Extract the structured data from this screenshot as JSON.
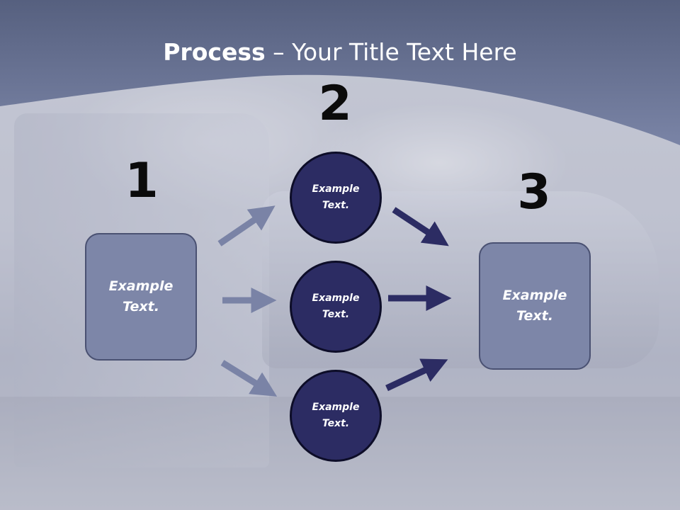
{
  "title": {
    "bold": "Process",
    "rest": " – Your Title Text Here"
  },
  "colors": {
    "header": "#5f6a8e",
    "box_fill": "#7d86a8",
    "circle_fill": "#2c2c63",
    "light_arrow": "#7a83a6",
    "dark_arrow": "#2c2c63"
  },
  "steps": [
    {
      "number": "1",
      "text": [
        "Example",
        "Text."
      ]
    },
    {
      "number": "2",
      "text": [
        "Example",
        "Text."
      ]
    },
    {
      "number": "3",
      "text": [
        "Example",
        "Text."
      ]
    }
  ],
  "circles": [
    {
      "text": [
        "Example",
        "Text."
      ]
    },
    {
      "text": [
        "Example",
        "Text."
      ]
    },
    {
      "text": [
        "Example",
        "Text."
      ]
    }
  ]
}
